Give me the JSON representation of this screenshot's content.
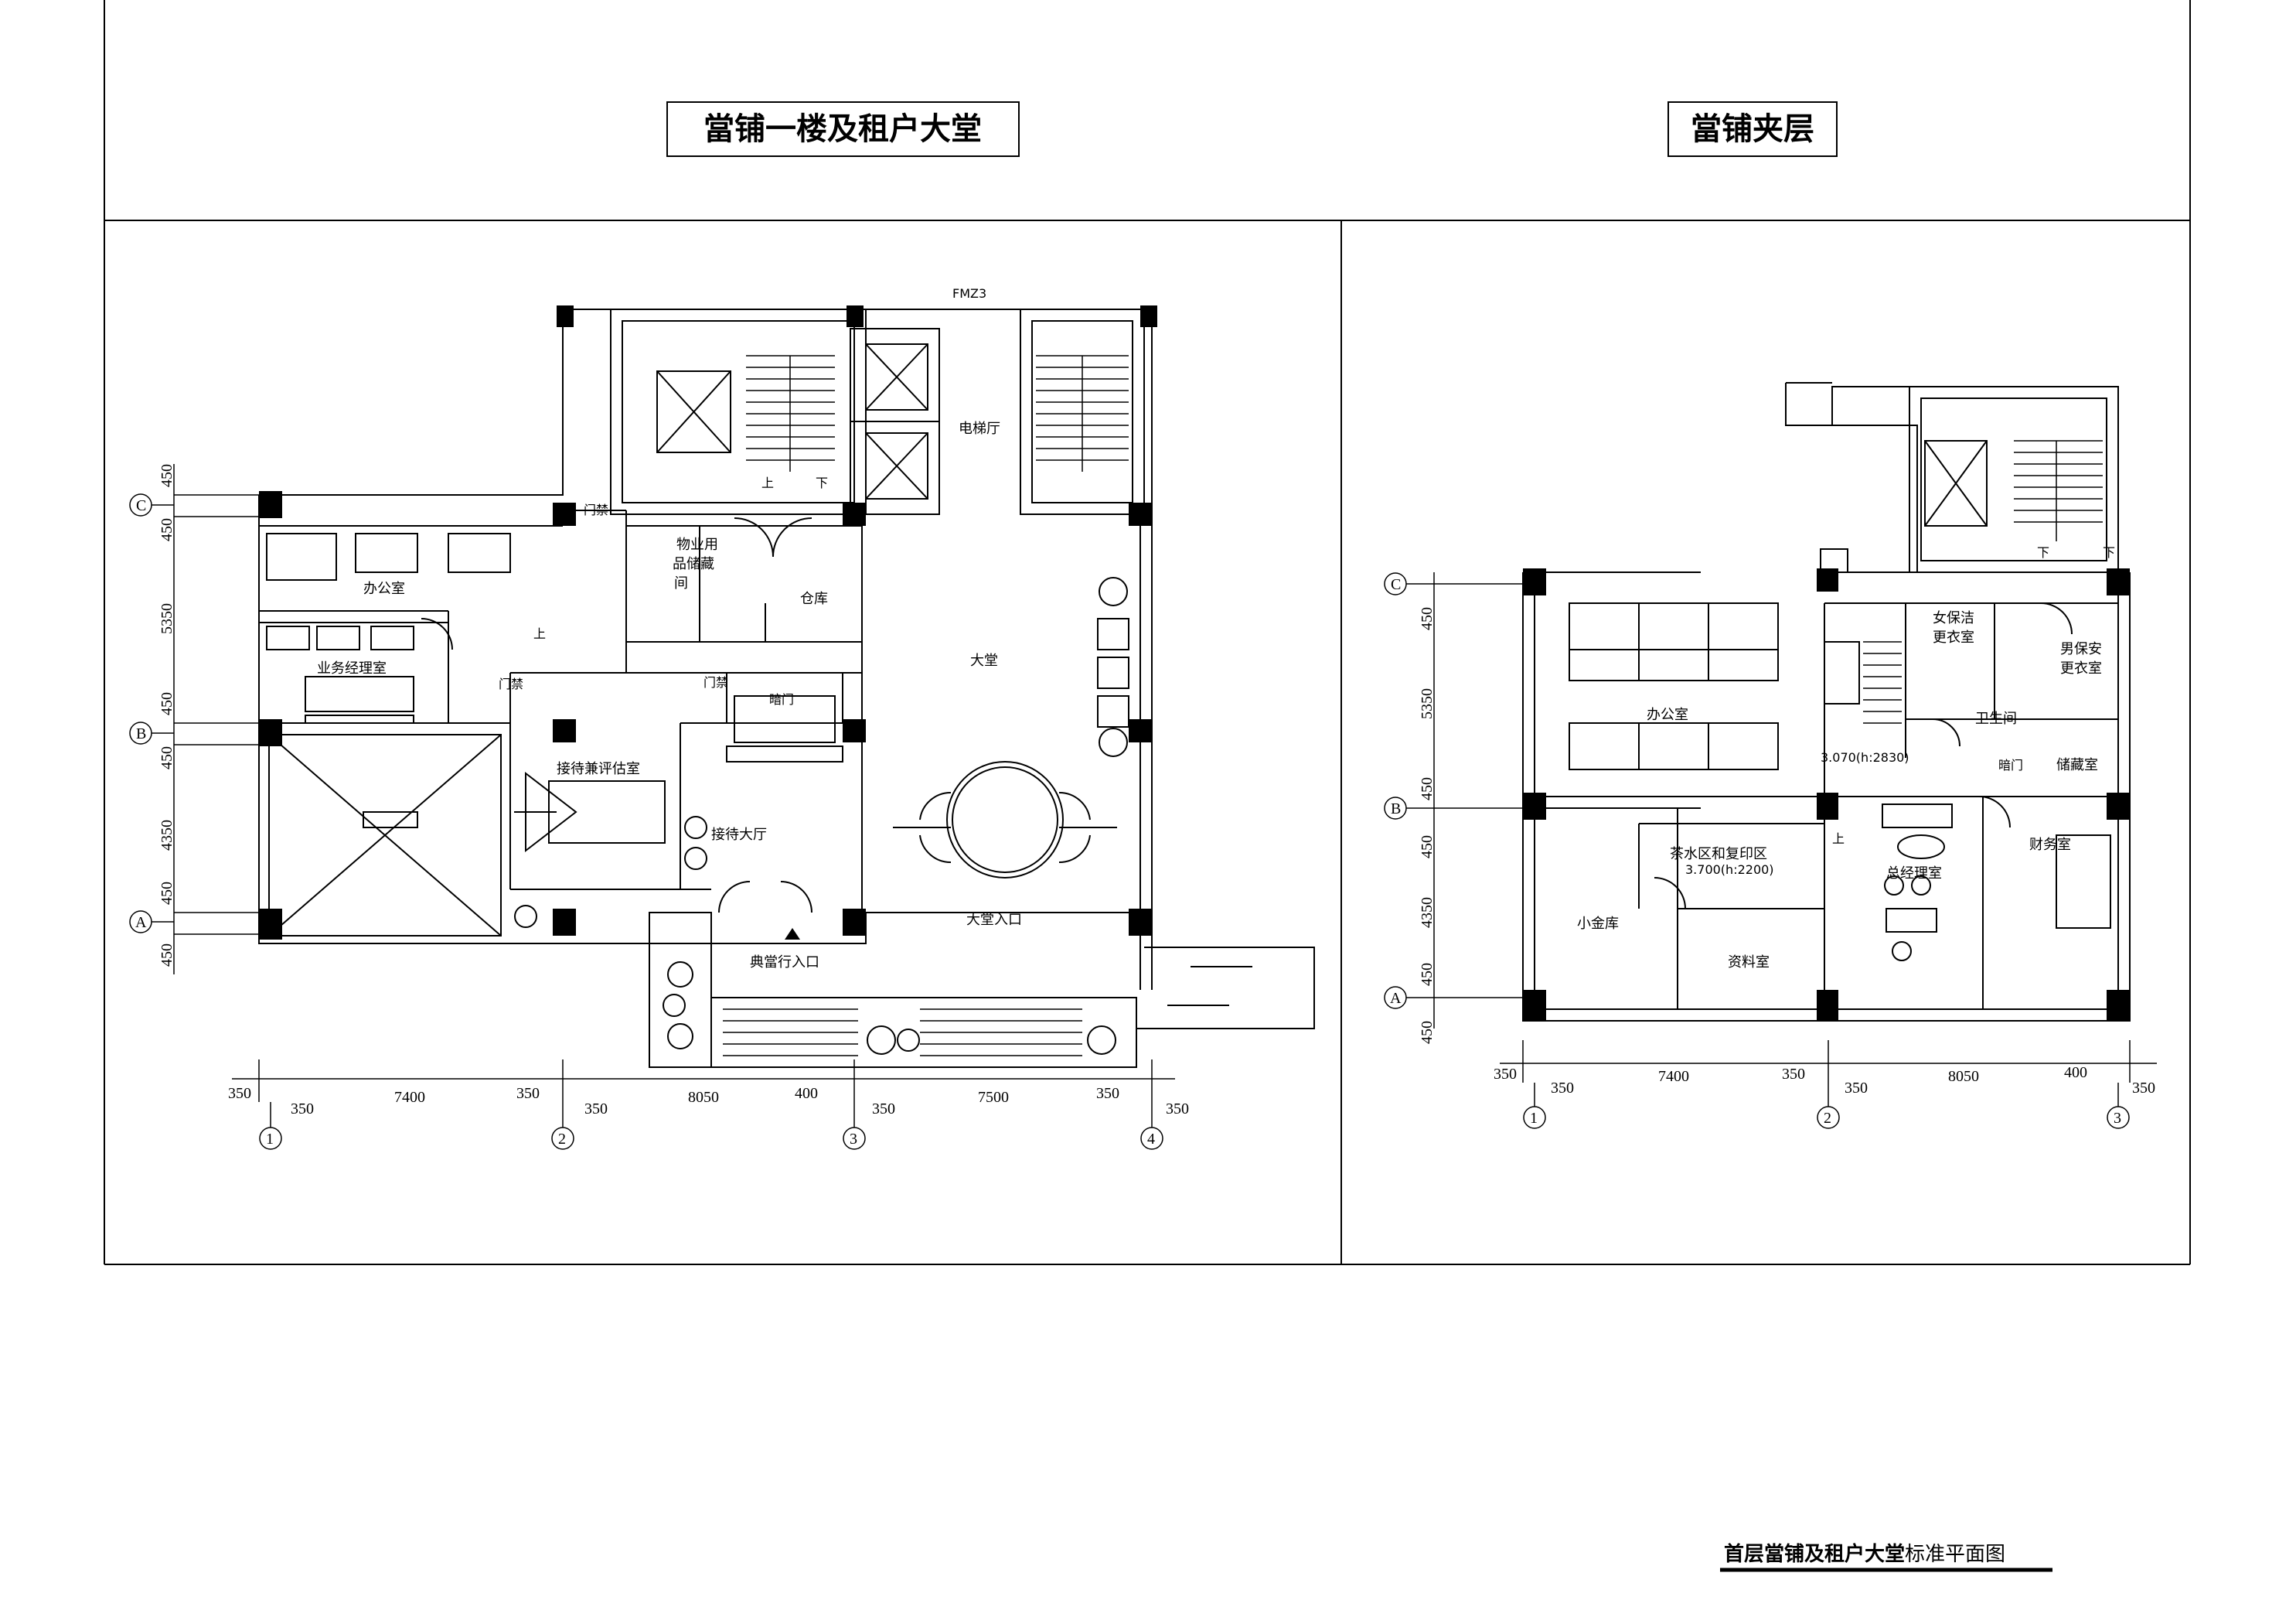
{
  "titles": {
    "left": "當铺一楼及租户大堂",
    "right": "當铺夹层",
    "sheet_prefix": "首层當铺及租户大堂",
    "sheet_suffix": "标准平面图"
  },
  "left_plan": {
    "rooms": {
      "office": "办公室",
      "manager": "业务经理室",
      "reception_assess": "接待兼评估室",
      "reception_hall": "接待大厅",
      "storage_a": "物业用",
      "storage_b": "品储藏",
      "storage_c": "间",
      "warehouse": "仓库",
      "lobby": "大堂",
      "lobby_entrance": "大堂入口",
      "pawn_entrance": "典當行入口",
      "elevator_hall": "电梯厅",
      "fmz": "FMZ3",
      "access1": "门禁",
      "access2": "门禁",
      "access3": "门禁",
      "dark_door": "暗门",
      "up1": "上",
      "up2": "上",
      "down1": "下"
    },
    "axes": {
      "rows": [
        "C",
        "B",
        "A"
      ],
      "cols": [
        "1",
        "2",
        "3",
        "4"
      ]
    },
    "dims_left": [
      "450",
      "450",
      "5350",
      "450",
      "450",
      "4350",
      "450",
      "450"
    ],
    "dims_bottom": [
      "350",
      "350",
      "7400",
      "350",
      "350",
      "8050",
      "400",
      "350",
      "7500",
      "350",
      "350"
    ]
  },
  "right_plan": {
    "rooms": {
      "office": "办公室",
      "female_locker_a": "女保洁",
      "female_locker_b": "更衣室",
      "male_locker_a": "男保安",
      "male_locker_b": "更衣室",
      "toilet": "卫生间",
      "storage": "储藏室",
      "dark_door": "暗门",
      "finance": "财务室",
      "gm": "总经理室",
      "tea": "茶水区和复印区",
      "small_vault": "小金库",
      "archive": "资料室",
      "level1": "3.070(h:2830)",
      "level2": "3.700(h:2200)",
      "up": "上",
      "down1": "下",
      "down2": "下"
    },
    "axes": {
      "rows": [
        "C",
        "B",
        "A"
      ],
      "cols": [
        "1",
        "2",
        "3"
      ]
    },
    "dims_left": [
      "450",
      "5350",
      "450",
      "450",
      "4350",
      "450",
      "450"
    ],
    "dims_bottom": [
      "350",
      "350",
      "7400",
      "350",
      "350",
      "8050",
      "400",
      "350"
    ]
  }
}
